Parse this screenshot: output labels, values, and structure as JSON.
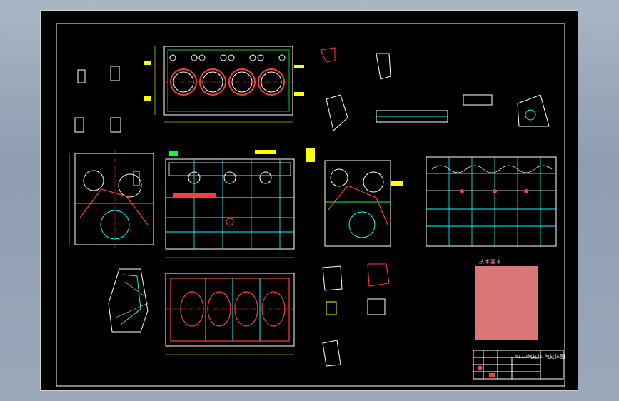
{
  "drawing": {
    "colors": {
      "background": "#000000",
      "frame": "#ffffff",
      "outline": "#ffffff",
      "centerline": "#ff3b3b",
      "dimension": "#ffff00",
      "hatch": "#00ffff",
      "section": "#00ff3c",
      "note": "#ff8c8c",
      "magenta": "#ff40ff"
    },
    "notes_title": "技术要求",
    "title_block": {
      "name": "4110气缸体",
      "code": "气缸体图"
    }
  }
}
